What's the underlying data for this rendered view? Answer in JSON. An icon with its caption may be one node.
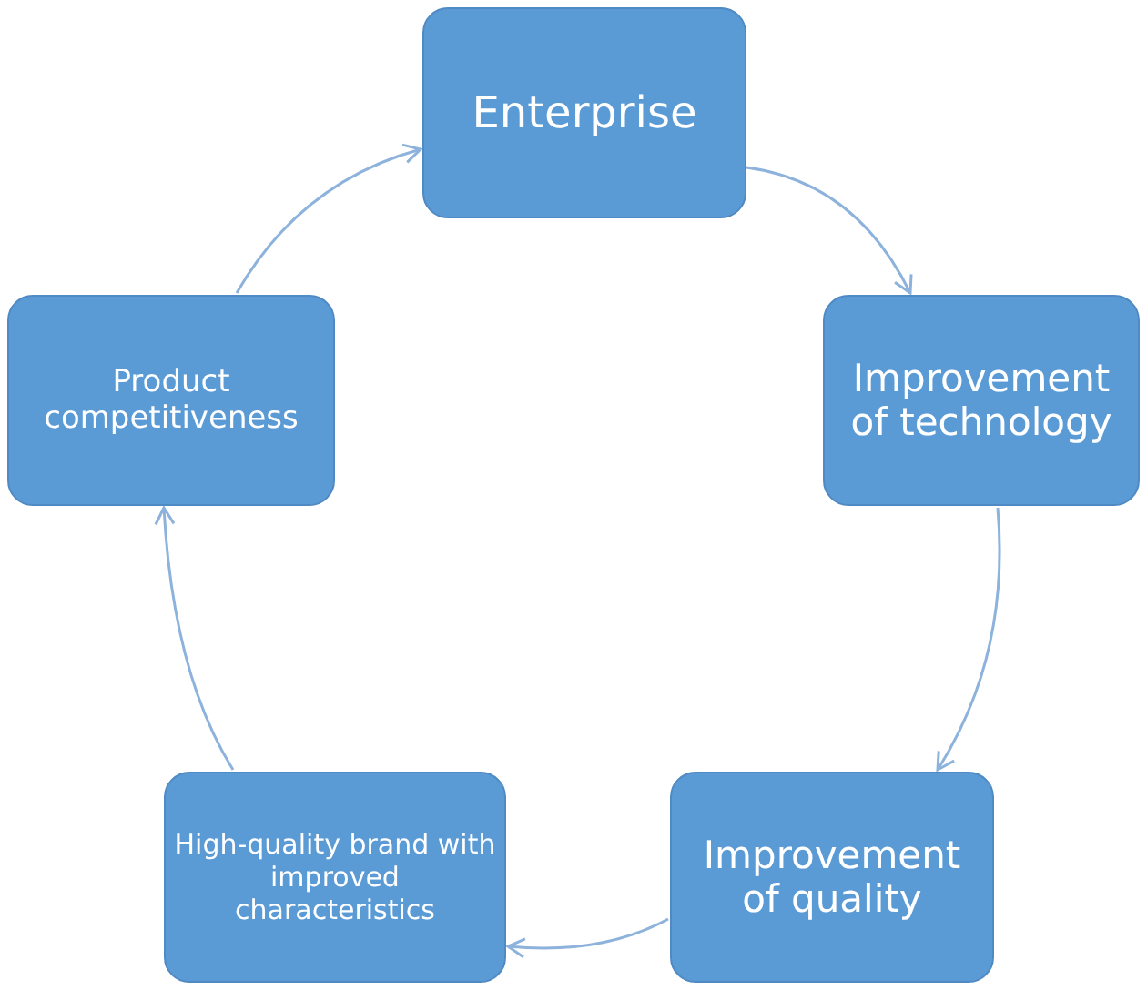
{
  "diagram": {
    "nodes": [
      {
        "text": [
          "Enterprise"
        ]
      },
      {
        "text": [
          "Improvement of technology"
        ]
      },
      {
        "text": [
          "Improvement of quality"
        ]
      },
      {
        "text": [
          "High-quality brand with improved characteristics"
        ]
      },
      {
        "text": [
          "Product competitiveness"
        ]
      }
    ],
    "edges": [
      {
        "from": 0,
        "to": 1,
        "arrow": "to"
      },
      {
        "from": 1,
        "to": 2,
        "arrow": "to"
      },
      {
        "from": 2,
        "to": 3,
        "arrow": "to"
      },
      {
        "from": 3,
        "to": 4,
        "arrow": "to"
      },
      {
        "from": 4,
        "to": 0,
        "arrow": "to"
      }
    ]
  }
}
